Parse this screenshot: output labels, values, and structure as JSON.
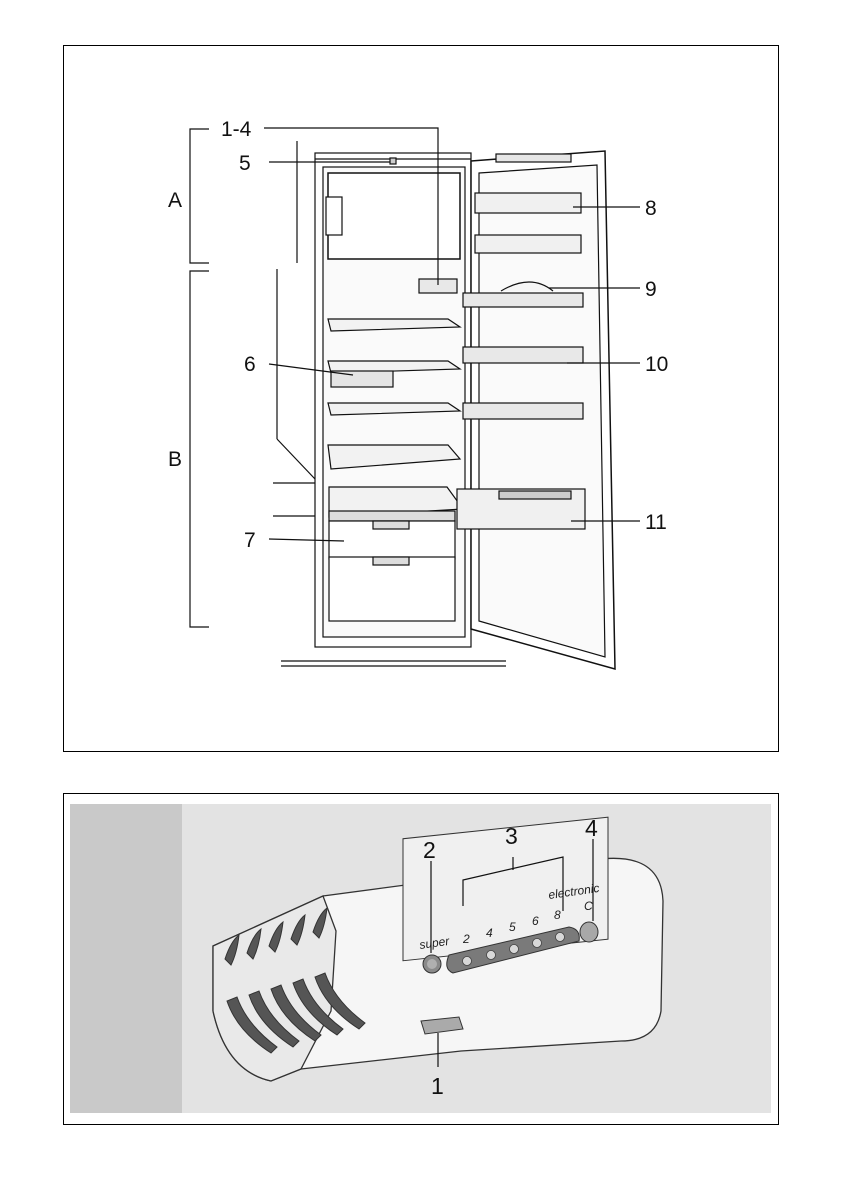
{
  "figure1": {
    "callouts": {
      "c1_4": "1-4",
      "c5": "5",
      "c6": "6",
      "c7": "7",
      "c8": "8",
      "c9": "9",
      "c10": "10",
      "c11": "11"
    },
    "zones": {
      "a": "A",
      "b": "B"
    }
  },
  "figure2": {
    "callouts": {
      "c1": "1",
      "c2": "2",
      "c3": "3",
      "c4": "4"
    },
    "panel_text": {
      "super": "super",
      "electronic": "electronic",
      "scale": [
        "2",
        "4",
        "5",
        "6",
        "8"
      ],
      "c_button": "C"
    }
  },
  "colors": {
    "line": "#111111",
    "panel_bg": "#e2e2e2",
    "panel_side": "#c8c8c8"
  }
}
